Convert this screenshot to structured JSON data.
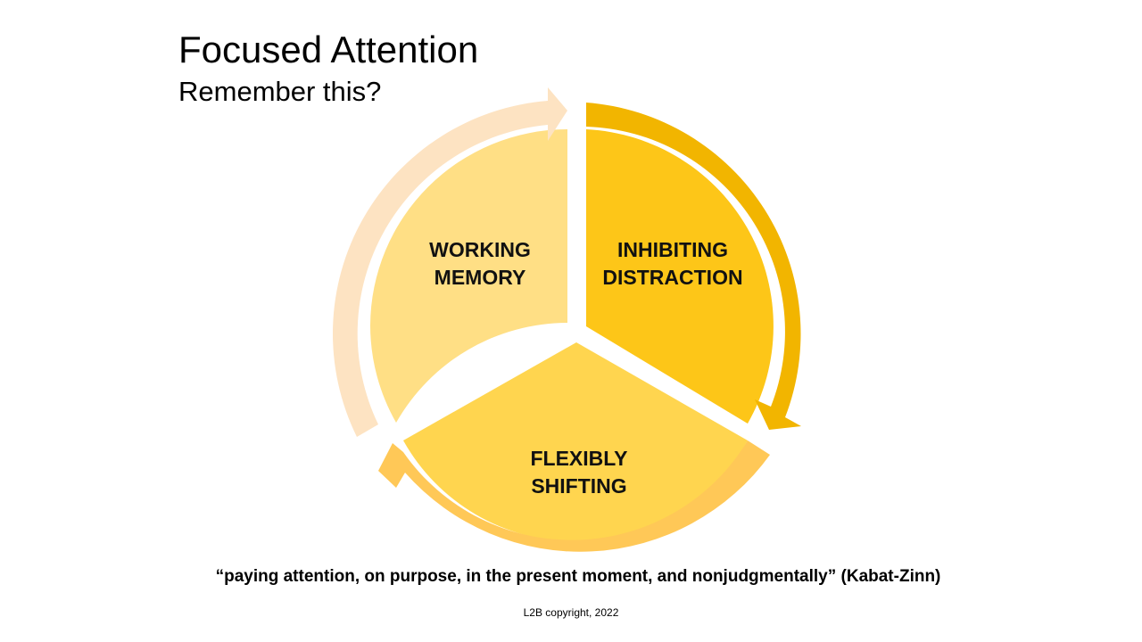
{
  "slide": {
    "title": "Focused Attention",
    "subtitle": "Remember this?"
  },
  "diagram": {
    "segments": [
      {
        "label": "WORKING\nMEMORY",
        "fill": "#FFDF85",
        "arrow": "#FDE3C2"
      },
      {
        "label": "INHIBITING\nDISTRACTION",
        "fill": "#FDC618",
        "arrow": "#F2B500"
      },
      {
        "label": "FLEXIBLY SHIFTING",
        "fill": "#FFD54F",
        "arrow": "#FFC857"
      }
    ]
  },
  "quote": "“paying attention, on purpose, in the present moment, and nonjudgmentally” (Kabat-Zinn)",
  "footer": {
    "copyright": "L2B copyright, 2022"
  }
}
